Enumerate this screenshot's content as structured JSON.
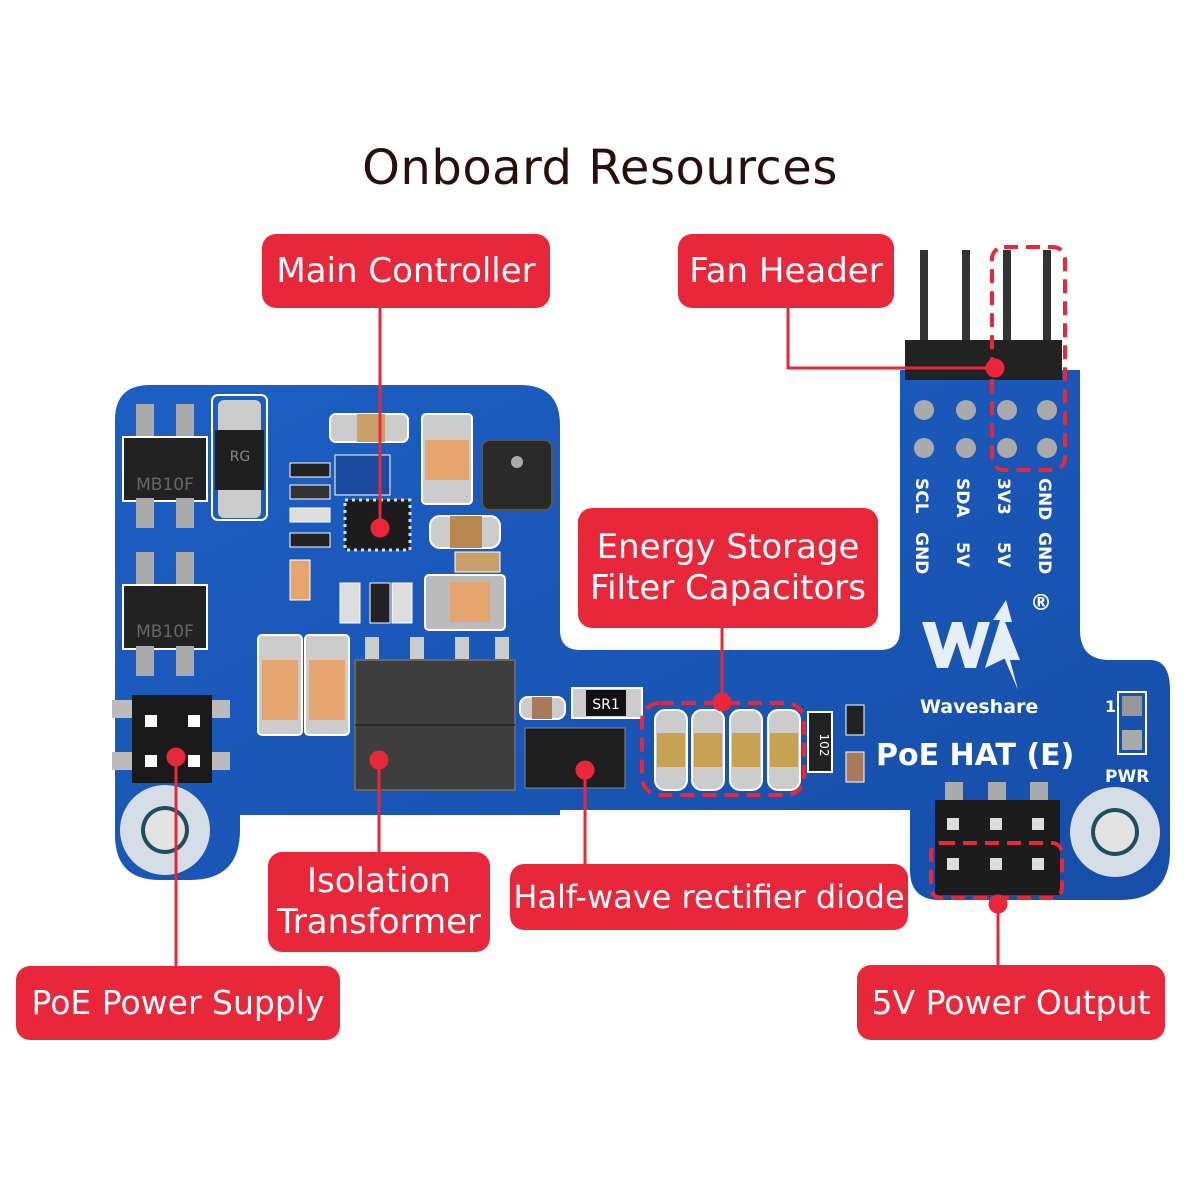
{
  "title": "Onboard Resources",
  "labels": {
    "main_controller": "Main Controller",
    "fan_header": "Fan Header",
    "energy_storage_line1": "Energy Storage",
    "energy_storage_line2": "Filter Capacitors",
    "isolation_line1": "Isolation",
    "isolation_line2": "Transformer",
    "rectifier": "Half-wave rectifier diode",
    "poe_power": "PoE Power Supply",
    "power_output": "5V Power Output"
  },
  "board": {
    "product_name": "PoE HAT (E)",
    "brand": "Waveshare",
    "registered": "®",
    "pwr_led": "PWR",
    "led_pin": "1",
    "pins_top": [
      "SCL",
      "SDA",
      "3V3",
      "GND"
    ],
    "pins_bottom": [
      "GND",
      "5V",
      "5V",
      "GND"
    ],
    "bridge_chip": "MB10F",
    "diode_chip": "RG",
    "sr_chip": "SR1",
    "resistor_code": "102"
  },
  "colors": {
    "label_red": "#e8283a",
    "pcb_blue": "#1a56b8",
    "title": "#2a0d0d"
  }
}
